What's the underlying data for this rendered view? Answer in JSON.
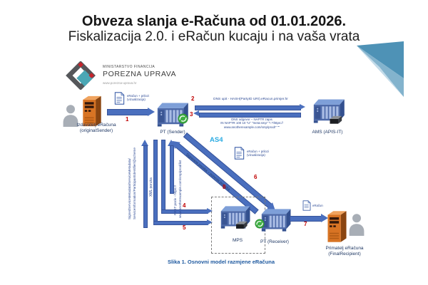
{
  "colors": {
    "arrow_blue": "#4a6fbe",
    "step_red": "#c00000",
    "as4_cyan": "#2aabe2",
    "navy_text": "#1f3864",
    "caption_blue": "#1f5aa0",
    "server_blue": "#4d69a8",
    "tower_orange": "#d87424",
    "logo_teal": "#4aa7b5",
    "logo_red": "#c6232b",
    "decor_teal": "#4e92b6"
  },
  "header": {
    "line1": "Obveza slanja e-Računa od 01.01.2026.",
    "line2": "Fiskalizacija 2.0. i eRačun kucaju i na vaša vrata"
  },
  "logo": {
    "ministry": "MINISTARSTVO FINANCIJA",
    "org": "POREZNA UPRAVA",
    "url": "www.porezna-uprava.hr"
  },
  "diagram": {
    "caption": "Slika 1. Osnovni model razmjene eRačuna",
    "as4": "AS4",
    "steps": {
      "s1": "1",
      "s2": "2",
      "s3": "3",
      "s4": "4",
      "s5": "5",
      "s6": "6",
      "s7": "7",
      "s8": "8"
    },
    "nodes": {
      "issuer": {
        "line1": "Izdavatelj eRačuna",
        "line2": "(originalSender)"
      },
      "pt_sender": {
        "label": "PT (Sender)"
      },
      "ams": {
        "label": "AMS (APIS-IT)"
      },
      "mps": {
        "label": "MPS"
      },
      "pt_receiver": {
        "label": "PT (Receiver)"
      },
      "recipient": {
        "line1": "Primatelj eRačuna",
        "line2": "(FinalRecipient)"
      }
    },
    "annotations": {
      "doc1_line1": "eRačun + prilozi",
      "doc1_line2": "(vizualizacija)",
      "doc2_line1": "eRačun + prilozi",
      "doc2_line2": "(vizualizacija)",
      "doc3_label": "eRačun",
      "dns_query": "DNS upit - HASH(PartyID URI).eRacun.primjer.hr",
      "dns_response_1": "DNS odgovor – NAPTR zapis",
      "dns_response_2": "IN NAPTR 100  10  \"U\"  \"meta:smp\" \"!.*!https://",
      "dns_response_3": "www.anotherexample.com/smp/prod!\" \"\"",
      "signed_message": "Signirana poruka – potvrda primitka",
      "vert_meta_1": "SignedServiceMetadata/ServiceMetadata/",
      "vert_meta_2": "ServiceInformation/ParticipantIdentifier/@scheme",
      "vert_xml": "XML poruka",
      "vert_rest_1": "REST poziv - https://",
      "vert_rest_2": "www.anotherexample.com/smp/prod/list"
    }
  }
}
